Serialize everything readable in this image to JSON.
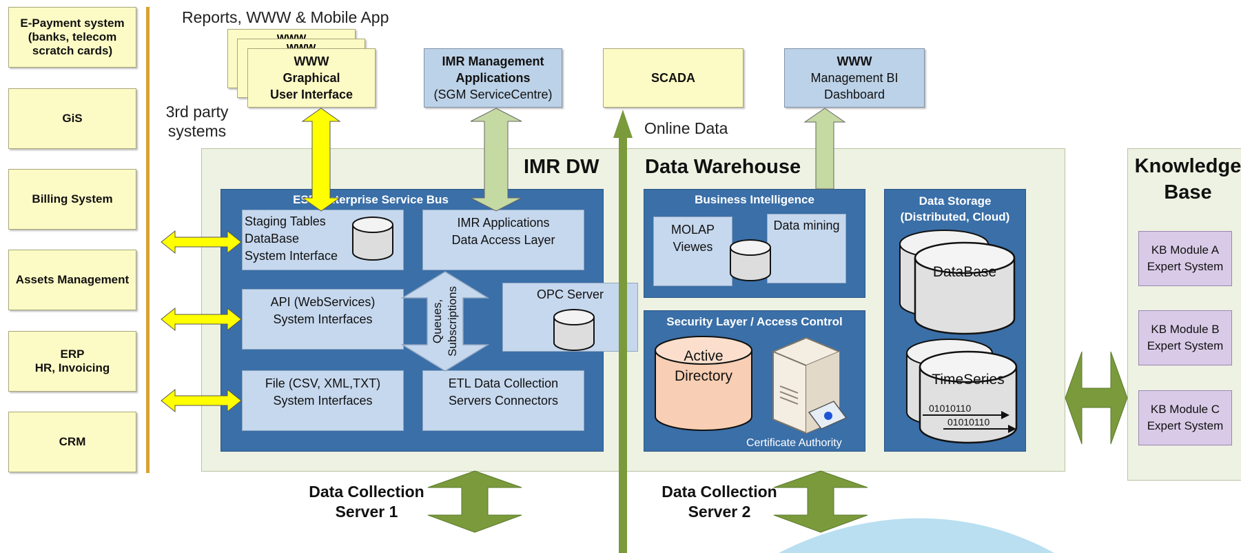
{
  "left_systems": [
    {
      "label": "E-Payment system\n(banks, telecom\nscratch cards)"
    },
    {
      "label": "GiS"
    },
    {
      "label": "Billing System"
    },
    {
      "label": "Assets Management"
    },
    {
      "label": "ERP\nHR, Invoicing"
    },
    {
      "label": "CRM"
    }
  ],
  "third_party": "3rd party\nsystems",
  "reports_label": "Reports, WWW & Mobile App",
  "stack_back_label": "WWW",
  "www_gui": "WWW\nGraphical\nUser Interface",
  "imr_mgmt": {
    "title": "IMR Management\nApplications",
    "sub": "(SGM ServiceCentre)"
  },
  "scada": "SCADA",
  "bi_dash": {
    "title": "WWW",
    "sub": "Management BI\nDashboard"
  },
  "online_data": "Online Data",
  "imr_dw": "IMR DW",
  "data_warehouse": "Data Warehouse",
  "esb": {
    "title": "ESB Enterprise Service Bus",
    "staging": "Staging Tables\nDataBase\nSystem Interface",
    "imr_apps": "IMR Applications\nData Access Layer",
    "api": "API (WebServices)\nSystem Interfaces",
    "queues": "Queues,\nSubscriptions",
    "opc": "OPC Server",
    "file": "File (CSV, XML,TXT)\nSystem Interfaces",
    "etl": "ETL Data Collection\nServers Connectors"
  },
  "bi": {
    "title": "Business Intelligence",
    "molap": "MOLAP\nViewes",
    "mining": "Data mining"
  },
  "security": {
    "title": "Security Layer / Access Control",
    "ad": "Active\nDirectory",
    "ca": "Certificate Authority"
  },
  "storage": {
    "title": "Data Storage\n(Distributed, Cloud)",
    "db": "DataBase",
    "ts": "TimeSeries",
    "bits1": "01010110",
    "bits2": "01010110"
  },
  "kb": {
    "title": "Knowledge\nBase",
    "modules": [
      "KB Module A\nExpert System",
      "KB Module B\nExpert System",
      "KB Module C\nExpert System"
    ]
  },
  "dcs1": "Data Collection\nServer 1",
  "dcs2": "Data Collection\nServer 2",
  "colors": {
    "yellow_box": "#fdfbc5",
    "blue_box": "#bcd2e8",
    "esb_blue": "#3a6fa8",
    "green_arrow": "#7a9a3c",
    "light_green": "#c5d9a3",
    "yellow_arrow": "#ffff00",
    "dw_bg": "#eef2e2",
    "orange_line": "#d8a234"
  }
}
